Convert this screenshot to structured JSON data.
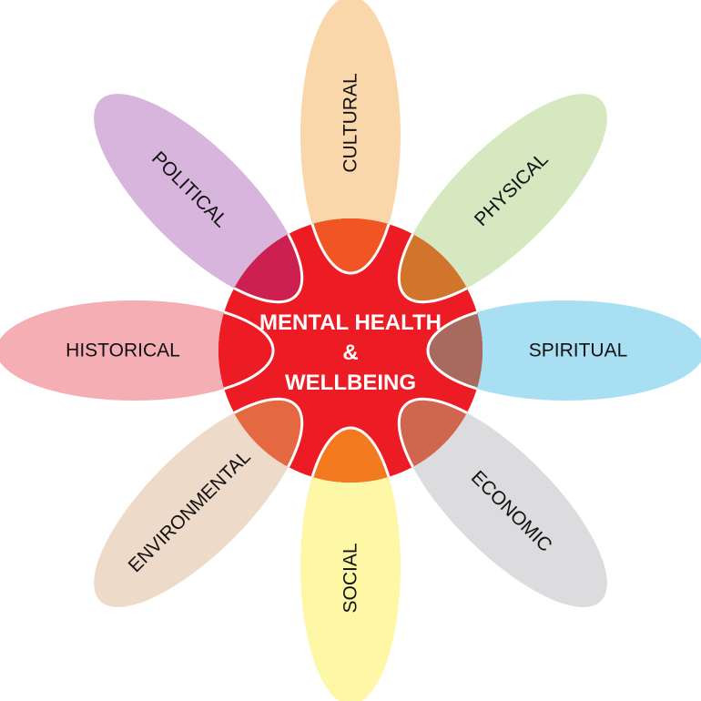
{
  "diagram": {
    "type": "flower",
    "center": {
      "lines": [
        "MENTAL HEALTH",
        "&",
        "WELLBEING"
      ],
      "color": "#ED1C24",
      "text_color": "#FFFFFF"
    },
    "petals": [
      {
        "id": "cultural",
        "label": "CULTURAL",
        "angle": 0,
        "color": "#FAD7AA",
        "overlap_color": "#F05523"
      },
      {
        "id": "physical",
        "label": "PHYSICAL",
        "angle": 45,
        "color": "#D6E8C0",
        "overlap_color": "#D0752B"
      },
      {
        "id": "spiritual",
        "label": "SPIRITUAL",
        "angle": 90,
        "color": "#A8DFF3",
        "overlap_color": "#A86A5E"
      },
      {
        "id": "economic",
        "label": "ECONOMIC",
        "angle": 135,
        "color": "#DCDCDE",
        "overlap_color": "#D0664F"
      },
      {
        "id": "social",
        "label": "SOCIAL",
        "angle": 180,
        "color": "#FDF7A6",
        "overlap_color": "#F47A20"
      },
      {
        "id": "environmental",
        "label": "ENVIRONMENTAL",
        "angle": 225,
        "color": "#EEDAC8",
        "overlap_color": "#E46840"
      },
      {
        "id": "historical",
        "label": "HISTORICAL",
        "angle": 270,
        "color": "#F5AEB4",
        "overlap_color": "#ED1C24"
      },
      {
        "id": "political",
        "label": "POLITICAL",
        "angle": 315,
        "color": "#D8B5DC",
        "overlap_color": "#CC2150"
      }
    ]
  }
}
